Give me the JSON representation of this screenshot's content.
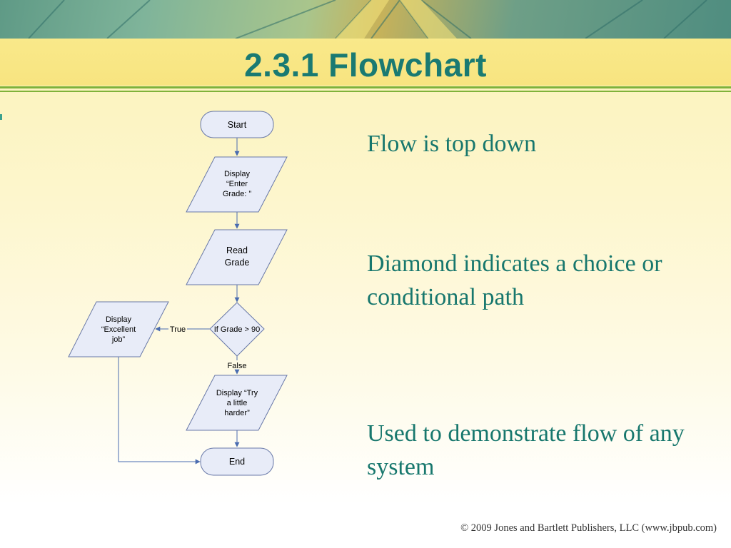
{
  "slide": {
    "title": "2.3.1 Flowchart",
    "bullets": [
      "Flow is top down",
      "Diamond indicates a choice or conditional path",
      "Used to demonstrate flow of any system"
    ],
    "footer": "© 2009 Jones and Bartlett Publishers, LLC (www.jbpub.com)"
  },
  "flowchart": {
    "nodes": {
      "start": "Start",
      "display_enter": [
        "Display",
        "“Enter",
        "Grade: ”"
      ],
      "read_grade": [
        "Read",
        "Grade"
      ],
      "decision": "If Grade > 90",
      "display_excellent": [
        "Display",
        "“Excellent",
        "job”"
      ],
      "display_try": [
        "Display “Try",
        "a little",
        "harder”"
      ],
      "end": "End"
    },
    "edges": {
      "true_label": "True",
      "false_label": "False"
    }
  },
  "colors": {
    "title": "#1a7a72",
    "body_text": "#17776d",
    "shape_fill": "#e8ecf8",
    "shape_stroke": "#6878a8",
    "arrow": "#4a6cb0",
    "rule": "#7fb23a"
  }
}
